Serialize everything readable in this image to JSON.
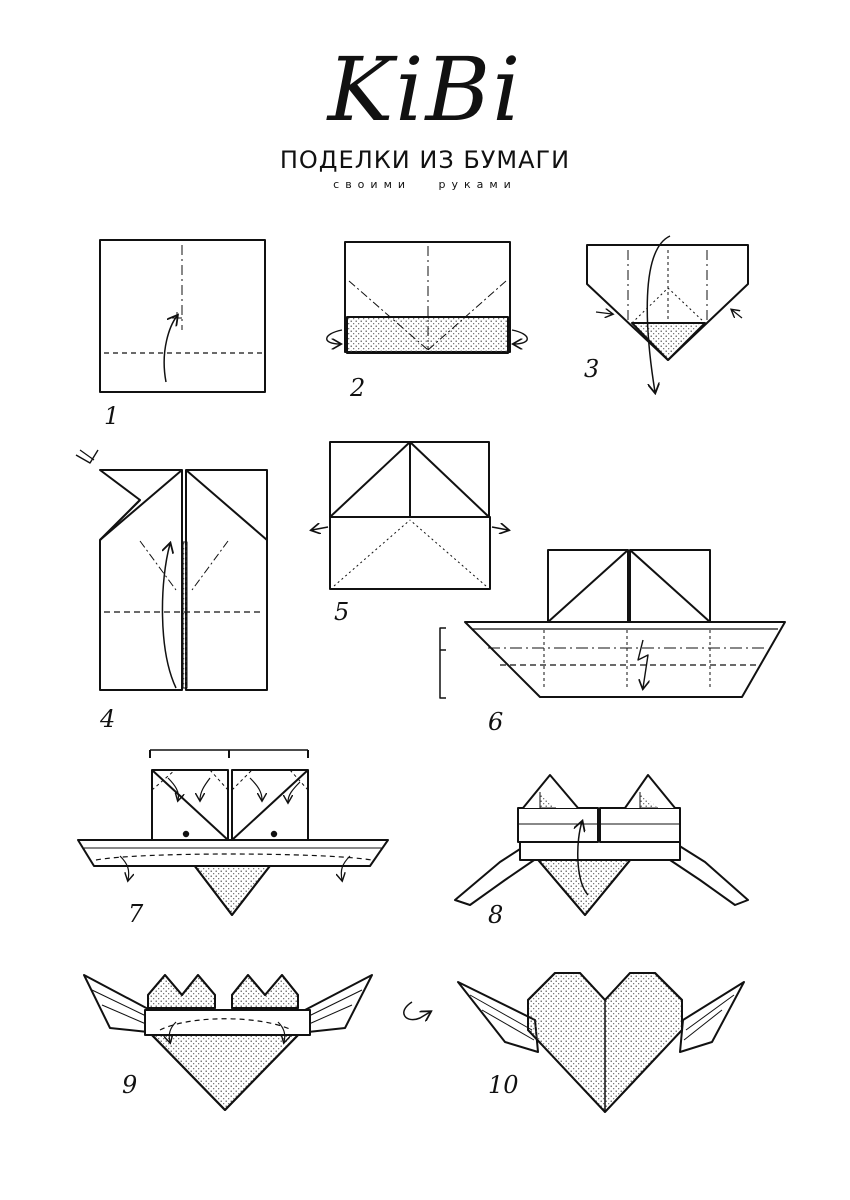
{
  "logo": {
    "title": "KiBi",
    "subtitle": "ПОДЕЛКИ ИЗ БУМАГИ",
    "tagline": "своими  руками"
  },
  "steps": [
    {
      "number": "1"
    },
    {
      "number": "2"
    },
    {
      "number": "3"
    },
    {
      "number": "4"
    },
    {
      "number": "5"
    },
    {
      "number": "6"
    },
    {
      "number": "7"
    },
    {
      "number": "8"
    },
    {
      "number": "9"
    },
    {
      "number": "10"
    }
  ],
  "colors": {
    "ink": "#111111",
    "paper": "#ffffff",
    "dots": "#444444"
  },
  "icons": [
    "fold-arrow-icon",
    "turn-over-icon",
    "mountain-fold-icon"
  ]
}
